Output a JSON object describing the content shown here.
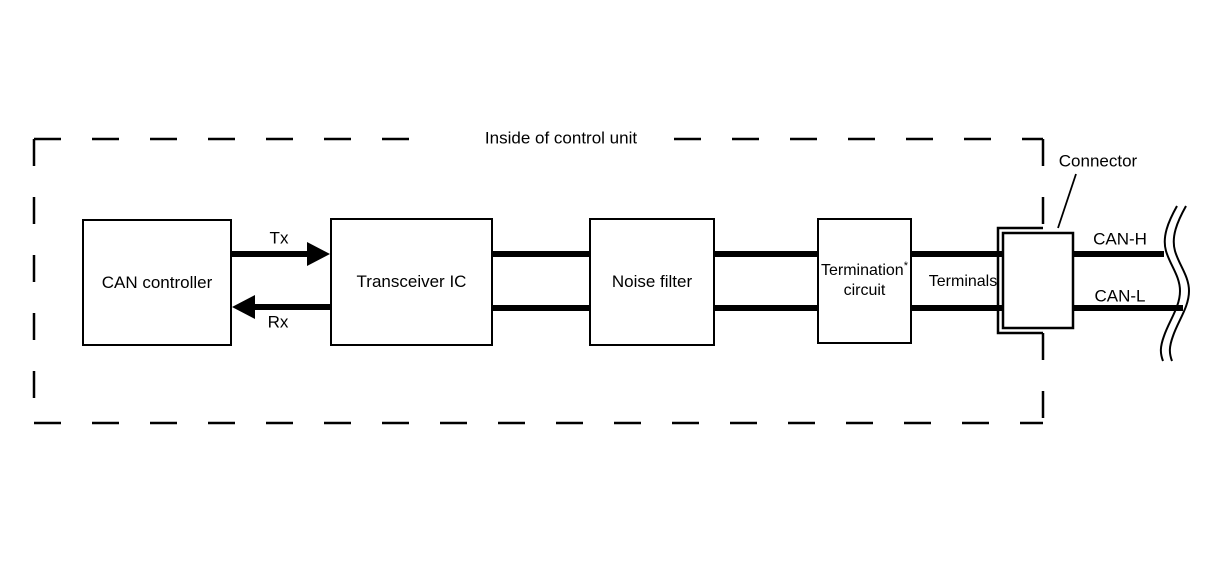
{
  "colors": {
    "line": "#000000",
    "background": "#ffffff"
  },
  "title": "Inside of control unit",
  "blocks": {
    "can_controller": {
      "label": "CAN controller"
    },
    "transceiver_ic": {
      "label": "Transceiver IC"
    },
    "noise_filter": {
      "label": "Noise filter"
    },
    "termination_circuit": {
      "line1": "Termination",
      "superscript": "*",
      "line2": "circuit"
    }
  },
  "signals": {
    "tx_label": "Tx",
    "rx_label": "Rx"
  },
  "labels": {
    "terminals": "Terminals",
    "connector": "Connector",
    "can_high": "CAN-H",
    "can_low": "CAN-L"
  }
}
